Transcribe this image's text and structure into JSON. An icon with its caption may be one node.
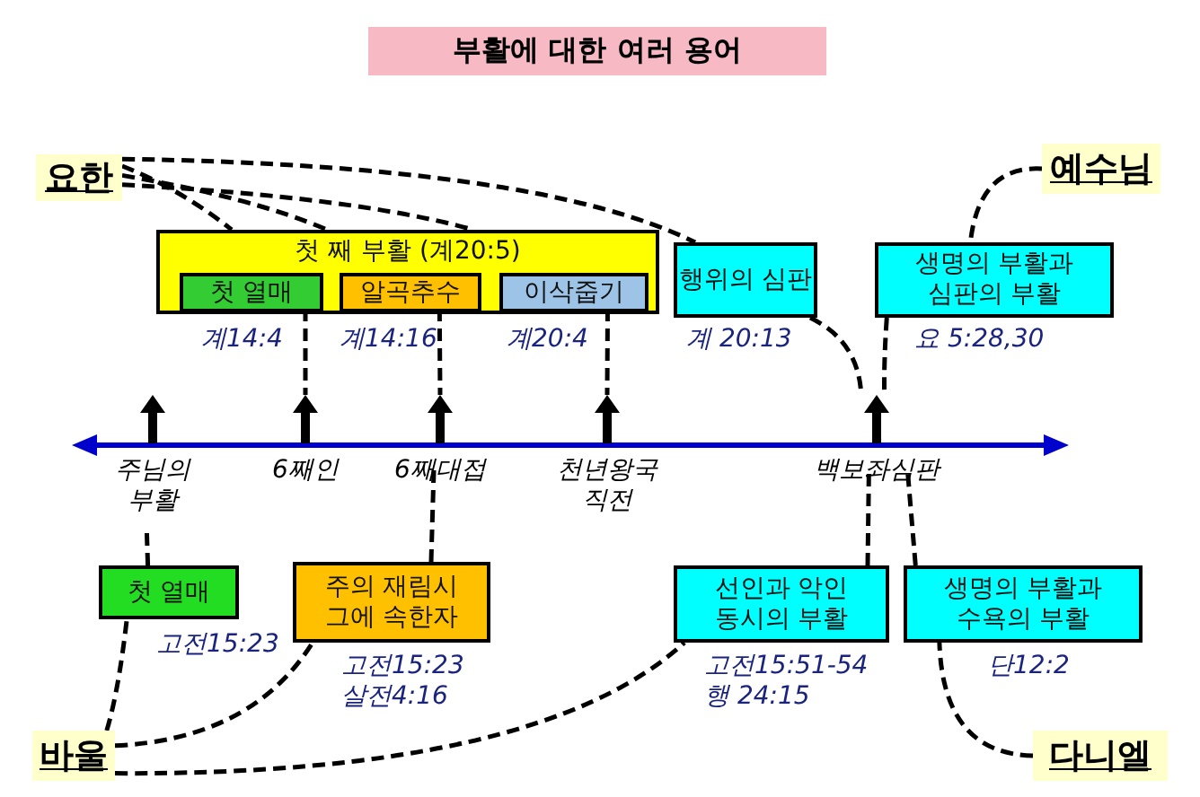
{
  "diagram": {
    "title": "부활에 대한 여러 용어",
    "nodes": [
      {
        "text": [
          "요한"
        ]
      },
      {
        "text": [
          "첫 째 부활 (계20:5)"
        ]
      },
      {
        "text": [
          "첫 열매"
        ],
        "in": 1,
        "beside": [
          "계14:4"
        ]
      },
      {
        "text": [
          "알곡추수"
        ],
        "in": 1,
        "beside": [
          "계14:16"
        ]
      },
      {
        "text": [
          "이삭줍기"
        ],
        "in": 1,
        "beside": [
          "계20:4"
        ]
      },
      {
        "text": [
          "행위의 심판"
        ],
        "beside": [
          "계 20:13"
        ]
      },
      {
        "text": [
          "생명의 부활과 심판의 부활"
        ],
        "beside": [
          "요 5:28,30"
        ]
      },
      {
        "text": [
          "예수님"
        ]
      },
      {
        "text": [
          "주님의 부활"
        ]
      },
      {
        "text": [
          "6째인"
        ]
      },
      {
        "text": [
          "6째대접"
        ]
      },
      {
        "text": [
          "천년왕국 직전"
        ]
      },
      {
        "text": [
          "백보좌심판"
        ]
      },
      {
        "text": [
          "첫 열매"
        ],
        "beside": [
          "고전15:23"
        ]
      },
      {
        "text": [
          "주의 재림시 그에 속한자"
        ],
        "beside": [
          "고전15:23",
          "살전4:16"
        ]
      },
      {
        "text": [
          "선인과 악인 동시의 부활"
        ],
        "beside": [
          "고전15:51-54",
          "행 24:15"
        ]
      },
      {
        "text": [
          "생명의 부활과 수욕의 부활"
        ],
        "beside": [
          "단12:2"
        ]
      },
      {
        "text": [
          "바울"
        ]
      },
      {
        "text": [
          "다니엘"
        ]
      }
    ],
    "edges": [
      {
        "from": 0,
        "to": 1,
        "arrow": "none",
        "style": "dashed"
      },
      {
        "from": 0,
        "to": 1,
        "arrow": "none",
        "style": "dashed"
      },
      {
        "from": 0,
        "to": 1,
        "arrow": "none",
        "style": "dashed"
      },
      {
        "from": 0,
        "to": 5,
        "arrow": "none",
        "style": "dashed"
      },
      {
        "from": 2,
        "to": 9,
        "arrow": "none",
        "style": "dashed"
      },
      {
        "from": 3,
        "to": 10,
        "arrow": "none",
        "style": "dashed"
      },
      {
        "from": 4,
        "to": 11,
        "arrow": "none",
        "style": "dashed"
      },
      {
        "from": 5,
        "to": 12,
        "arrow": "none",
        "style": "dashed"
      },
      {
        "from": 6,
        "to": 12,
        "arrow": "none",
        "style": "dashed"
      },
      {
        "from": 7,
        "to": 6,
        "arrow": "none",
        "style": "dashed"
      },
      {
        "from": 13,
        "to": 8,
        "arrow": "none",
        "style": "dashed"
      },
      {
        "from": 14,
        "to": 10,
        "arrow": "none",
        "style": "dashed"
      },
      {
        "from": 15,
        "to": 12,
        "arrow": "none",
        "style": "dashed"
      },
      {
        "from": 16,
        "to": 12,
        "arrow": "none",
        "style": "dashed"
      },
      {
        "from": 17,
        "to": 13,
        "arrow": "none",
        "style": "dashed"
      },
      {
        "from": 17,
        "to": 14,
        "arrow": "none",
        "style": "dashed"
      },
      {
        "from": 17,
        "to": 15,
        "arrow": "none",
        "style": "dashed"
      },
      {
        "from": 18,
        "to": 16,
        "arrow": "none",
        "style": "dashed"
      }
    ]
  }
}
